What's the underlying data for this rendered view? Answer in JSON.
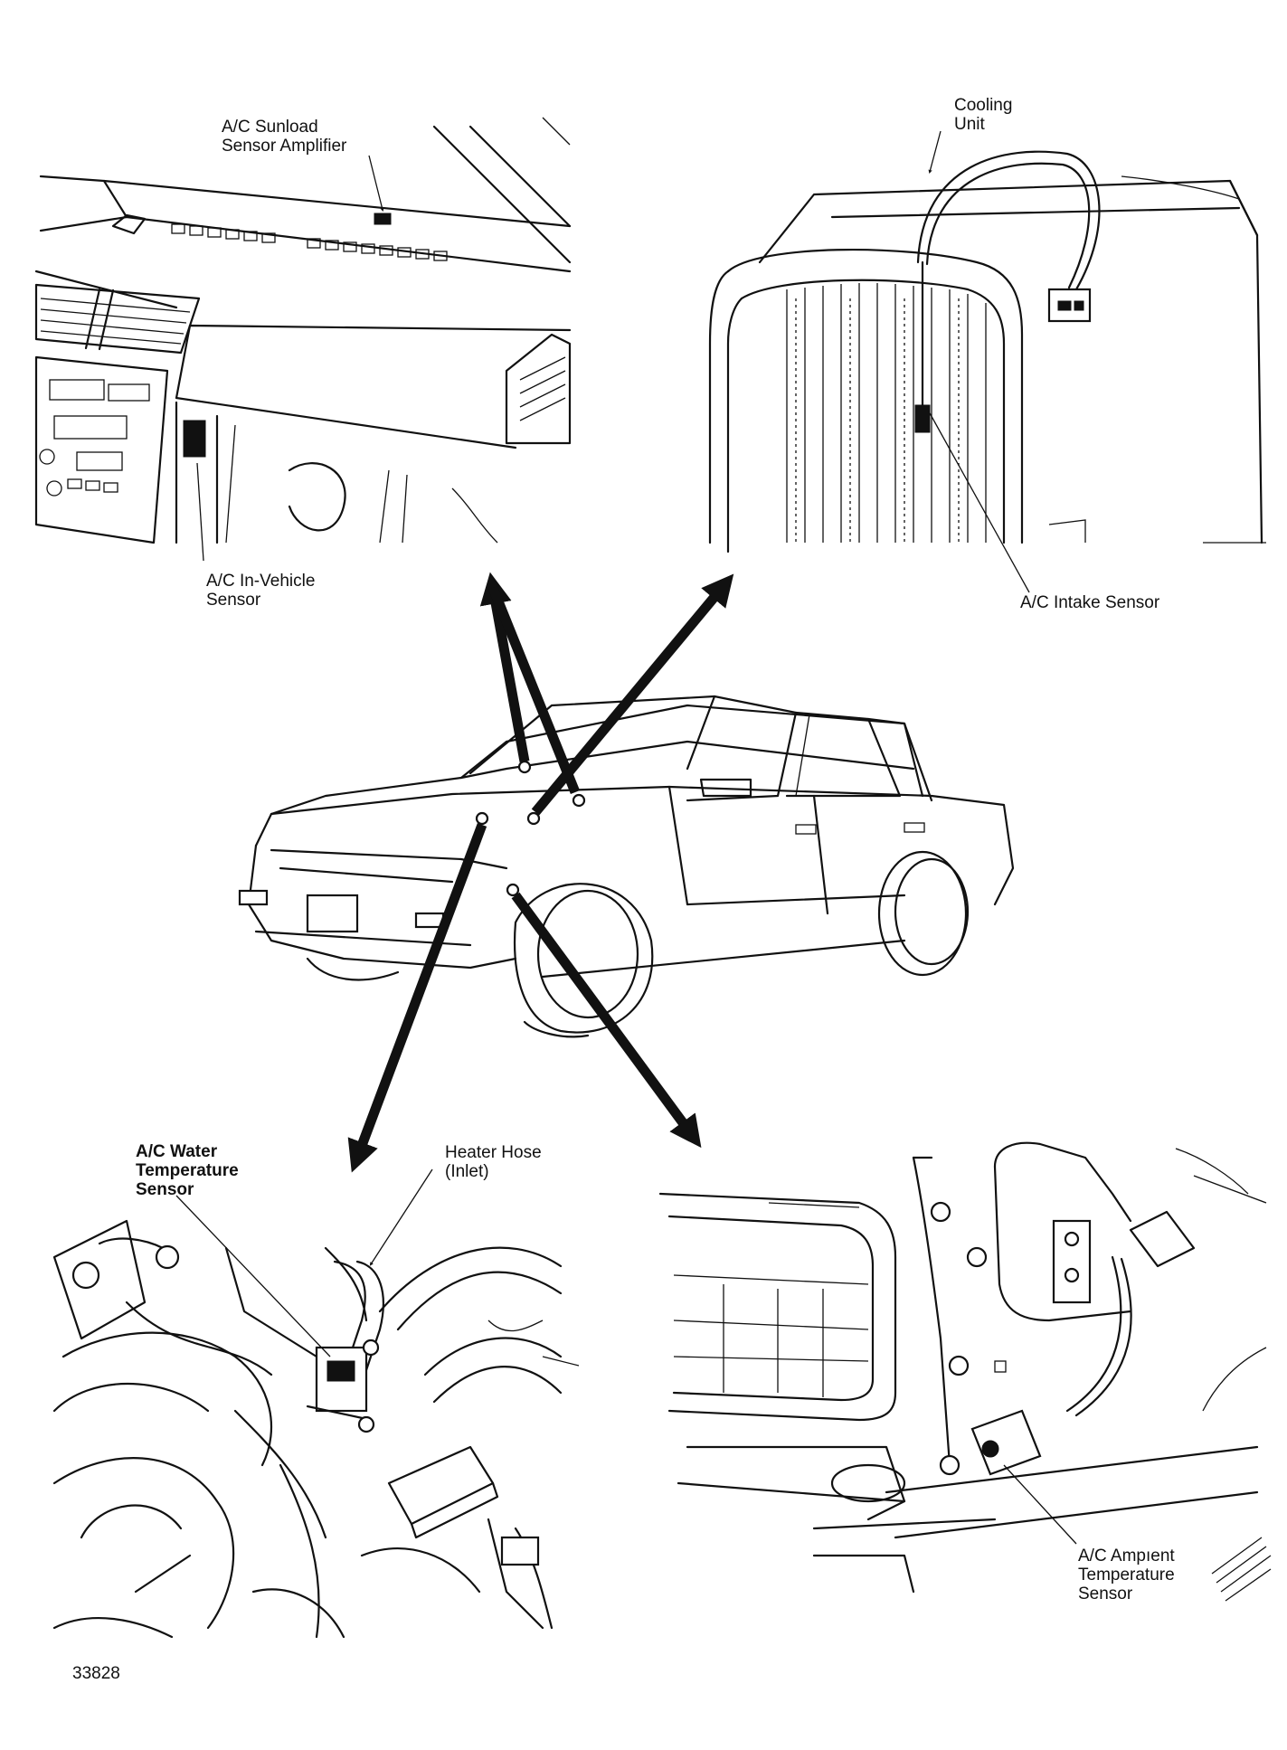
{
  "labels": {
    "sunload_line1": "A/C Sunload",
    "sunload_line2": "Sensor Amplifier",
    "invehicle_line1": "A/C In-Vehicle",
    "invehicle_line2": "Sensor",
    "cooling_line1": "Cooling",
    "cooling_line2": "Unit",
    "intake": "A/C Intake Sensor",
    "water_line1": "A/C Water",
    "water_line2": "Temperature",
    "water_line3": "Sensor",
    "heater_line1": "Heater Hose",
    "heater_line2": "(Inlet)",
    "ambient_line1": "A/C Ampıent",
    "ambient_line2": "Temperature",
    "ambient_line3": "Sensor"
  },
  "figure_number": "33828"
}
